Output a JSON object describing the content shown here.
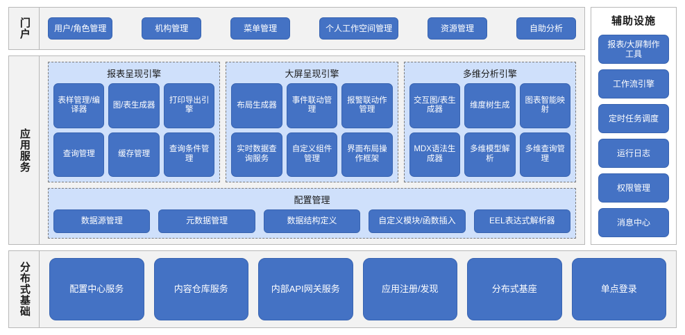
{
  "colors": {
    "tile_blue": "#4472c4",
    "tile_border": "#3763b0",
    "group_bg": "#cfe0fb",
    "panel_bg": "#f2f2f2",
    "panel_border": "#b8b8b8",
    "text_dark": "#1a1a1a"
  },
  "portal": {
    "label": "门户",
    "buttons": [
      {
        "label": "用户/角色管理"
      },
      {
        "label": "机构管理"
      },
      {
        "label": "菜单管理"
      },
      {
        "label": "个人工作空间管理"
      },
      {
        "label": "资源管理"
      },
      {
        "label": "自助分析"
      }
    ]
  },
  "application_service": {
    "label": "应用服务",
    "engines": [
      {
        "title": "报表呈现引擎",
        "tiles": [
          "表样管理/编译器",
          "图/表生成器",
          "打印导出引擎",
          "查询管理",
          "缓存管理",
          "查询条件管理"
        ]
      },
      {
        "title": "大屏呈现引擎",
        "tiles": [
          "布局生成器",
          "事件联动管理",
          "报警联动作管理",
          "实时数据查询服务",
          "自定义组件管理",
          "界面布局操作框架"
        ]
      },
      {
        "title": "多维分析引擎",
        "tiles": [
          "交互图/表生成器",
          "维度树生成",
          "图表智能映射",
          "MDX语法生成器",
          "多维模型解析",
          "多维查询管理"
        ]
      }
    ],
    "config_group": {
      "title": "配置管理",
      "tiles": [
        "数据源管理",
        "元数据管理",
        "数据结构定义",
        "自定义模块/函数插入",
        "EEL表达式解析器"
      ]
    }
  },
  "auxiliary": {
    "title": "辅助设施",
    "buttons": [
      {
        "label": "报表/大屏制作工具"
      },
      {
        "label": "工作流引擎"
      },
      {
        "label": "定时任务调度"
      },
      {
        "label": "运行日志"
      },
      {
        "label": "权限管理"
      },
      {
        "label": "消息中心"
      }
    ]
  },
  "distributed": {
    "label": "分布式基础",
    "buttons": [
      {
        "label": "配置中心服务"
      },
      {
        "label": "内容仓库服务"
      },
      {
        "label": "内部API网关服务"
      },
      {
        "label": "应用注册/发现"
      },
      {
        "label": "分布式基座"
      },
      {
        "label": "单点登录"
      }
    ]
  }
}
